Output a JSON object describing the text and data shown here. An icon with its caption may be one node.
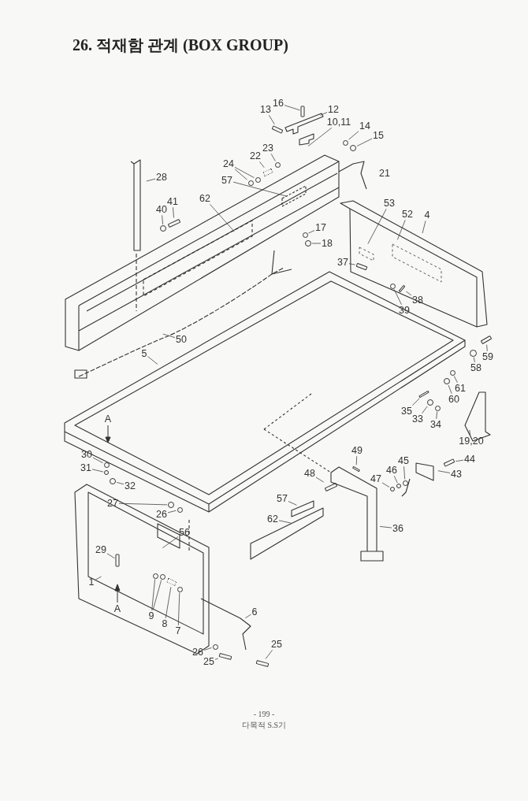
{
  "diagram": {
    "title": "26. 적재함 관계 (BOX GROUP)",
    "nodes": [
      {
        "text": [
          "16"
        ]
      },
      {
        "text": [
          "13"
        ]
      },
      {
        "text": [
          "12"
        ]
      },
      {
        "text": [
          "10,11"
        ]
      },
      {
        "text": [
          "14"
        ]
      },
      {
        "text": [
          "15"
        ]
      },
      {
        "text": [
          "23"
        ]
      },
      {
        "text": [
          "22"
        ]
      },
      {
        "text": [
          "24"
        ]
      },
      {
        "text": [
          "28"
        ]
      },
      {
        "text": [
          "57"
        ]
      },
      {
        "text": [
          "41"
        ]
      },
      {
        "text": [
          "62"
        ]
      },
      {
        "text": [
          "40"
        ]
      },
      {
        "text": [
          "53"
        ]
      },
      {
        "text": [
          "52"
        ]
      },
      {
        "text": [
          "4"
        ]
      },
      {
        "text": [
          "17"
        ]
      },
      {
        "text": [
          "18"
        ]
      },
      {
        "text": [
          "37"
        ]
      },
      {
        "text": [
          "38"
        ]
      },
      {
        "text": [
          "39"
        ]
      },
      {
        "text": [
          "50"
        ]
      },
      {
        "text": [
          "59"
        ]
      },
      {
        "text": [
          "5"
        ]
      },
      {
        "text": [
          "58"
        ]
      },
      {
        "text": [
          "61"
        ]
      },
      {
        "text": [
          "60"
        ]
      },
      {
        "text": [
          "35"
        ]
      },
      {
        "text": [
          "33"
        ]
      },
      {
        "text": [
          "34"
        ]
      },
      {
        "text": [
          "19,20"
        ]
      },
      {
        "text": [
          "49"
        ]
      },
      {
        "text": [
          "30"
        ]
      },
      {
        "text": [
          "44"
        ]
      },
      {
        "text": [
          "45"
        ]
      },
      {
        "text": [
          "31"
        ]
      },
      {
        "text": [
          "46"
        ]
      },
      {
        "text": [
          "43"
        ]
      },
      {
        "text": [
          "48"
        ]
      },
      {
        "text": [
          "47"
        ]
      },
      {
        "text": [
          "32"
        ]
      },
      {
        "text": [
          "57"
        ]
      },
      {
        "text": [
          "27"
        ]
      },
      {
        "text": [
          "26"
        ]
      },
      {
        "text": [
          "62"
        ]
      },
      {
        "text": [
          "36"
        ]
      },
      {
        "text": [
          "56"
        ]
      },
      {
        "text": [
          "29"
        ]
      },
      {
        "text": [
          "1"
        ]
      },
      {
        "text": [
          "6"
        ]
      },
      {
        "text": [
          "9"
        ]
      },
      {
        "text": [
          "8"
        ]
      },
      {
        "text": [
          "7"
        ]
      },
      {
        "text": [
          "25"
        ]
      },
      {
        "text": [
          "26"
        ]
      },
      {
        "text": [
          "25"
        ]
      },
      {
        "text": [],
        "shape": "bar"
      },
      {
        "text": [],
        "shape": "bar"
      },
      {
        "text": [],
        "shape": "circle"
      },
      {
        "text": [],
        "shape": "circle"
      },
      {
        "text": [],
        "shape": "circle"
      },
      {
        "text": [],
        "shape": "bar"
      },
      {
        "text": [],
        "shape": "circle"
      },
      {
        "text": [],
        "shape": "circle"
      },
      {
        "text": [],
        "shape": "bar"
      },
      {
        "text": [],
        "shape": "circle"
      },
      {
        "text": [],
        "shape": "circle"
      },
      {
        "text": [],
        "shape": "circle"
      },
      {
        "text": [],
        "shape": "bar"
      },
      {
        "text": [],
        "shape": "bar"
      },
      {
        "text": [],
        "shape": "circle"
      },
      {
        "text": [],
        "shape": "bar"
      },
      {
        "text": [],
        "shape": "circle"
      },
      {
        "text": [],
        "shape": "circle"
      },
      {
        "text": [],
        "shape": "circle"
      },
      {
        "text": [],
        "shape": "bar"
      },
      {
        "text": [],
        "shape": "circle"
      },
      {
        "text": [],
        "shape": "circle"
      },
      {
        "text": [],
        "shape": "bar"
      },
      {
        "text": [],
        "shape": "circle"
      },
      {
        "text": [],
        "shape": "bar"
      },
      {
        "text": [],
        "shape": "circle"
      },
      {
        "text": [],
        "shape": "circle"
      },
      {
        "text": [],
        "shape": "circle"
      },
      {
        "text": [],
        "shape": "bar"
      },
      {
        "text": [],
        "shape": "circle"
      },
      {
        "text": [],
        "shape": "circle"
      },
      {
        "text": [],
        "shape": "circle"
      },
      {
        "text": [],
        "shape": "circle"
      },
      {
        "text": [],
        "shape": "bar"
      },
      {
        "text": [],
        "shape": "circle"
      },
      {
        "text": [],
        "shape": "circle"
      },
      {
        "text": [],
        "shape": "bar"
      },
      {
        "text": [],
        "shape": "circle"
      },
      {
        "text": [],
        "shape": "bar"
      },
      {
        "text": [],
        "shape": "circle"
      },
      {
        "text": [],
        "shape": "bar"
      }
    ],
    "edges": [
      {
        "from": 0,
        "to": 57,
        "arrow": "none"
      },
      {
        "from": 1,
        "to": 58,
        "arrow": "none"
      },
      {
        "from": 2,
        "to": null,
        "arrow": "none"
      },
      {
        "from": 3,
        "to": null,
        "arrow": "none"
      },
      {
        "from": 4,
        "to": 59,
        "arrow": "none"
      },
      {
        "from": 5,
        "to": 60,
        "arrow": "none"
      },
      {
        "from": 6,
        "to": 61,
        "arrow": "none"
      },
      {
        "from": 7,
        "to": 62,
        "arrow": "none"
      },
      {
        "from": 8,
        "to": 63,
        "arrow": "none"
      },
      {
        "from": 8,
        "to": 64,
        "arrow": "none"
      },
      {
        "from": 9,
        "to": null,
        "arrow": "none"
      },
      {
        "from": 10,
        "to": null,
        "arrow": "none"
      },
      {
        "from": 11,
        "to": 65,
        "arrow": "none"
      },
      {
        "from": 12,
        "to": null,
        "arrow": "none"
      },
      {
        "from": 13,
        "to": 66,
        "arrow": "none"
      },
      {
        "from": 14,
        "to": null,
        "arrow": "none"
      },
      {
        "from": 15,
        "to": null,
        "arrow": "none"
      },
      {
        "from": 16,
        "to": null,
        "arrow": "none"
      },
      {
        "from": 17,
        "to": 67,
        "arrow": "none"
      },
      {
        "from": 18,
        "to": 68,
        "arrow": "none"
      },
      {
        "from": 19,
        "to": 69,
        "arrow": "none"
      },
      {
        "from": 20,
        "to": 70,
        "arrow": "none"
      },
      {
        "from": 21,
        "to": 71,
        "arrow": "none"
      },
      {
        "from": 22,
        "to": null,
        "arrow": "none"
      },
      {
        "from": 23,
        "to": 72,
        "arrow": "none"
      },
      {
        "from": 24,
        "to": null,
        "arrow": "none"
      },
      {
        "from": 25,
        "to": 73,
        "arrow": "none"
      },
      {
        "from": 26,
        "to": 74,
        "arrow": "none"
      },
      {
        "from": 27,
        "to": 75,
        "arrow": "none"
      },
      {
        "from": 28,
        "to": 76,
        "arrow": "none"
      },
      {
        "from": 29,
        "to": 77,
        "arrow": "none"
      },
      {
        "from": 30,
        "to": 78,
        "arrow": "none"
      },
      {
        "from": 31,
        "to": null,
        "arrow": "none"
      },
      {
        "from": 32,
        "to": 79,
        "arrow": "none"
      },
      {
        "from": 33,
        "to": 80,
        "arrow": "none"
      },
      {
        "from": 34,
        "to": 81,
        "arrow": "none"
      },
      {
        "from": 35,
        "to": 82,
        "arrow": "none"
      },
      {
        "from": 36,
        "to": 83,
        "arrow": "none"
      },
      {
        "from": 37,
        "to": 84,
        "arrow": "none"
      },
      {
        "from": 38,
        "to": null,
        "arrow": "none"
      },
      {
        "from": 39,
        "to": 85,
        "arrow": "none"
      },
      {
        "from": 40,
        "to": 86,
        "arrow": "none"
      },
      {
        "from": 41,
        "to": 87,
        "arrow": "none"
      },
      {
        "from": 42,
        "to": null,
        "arrow": "none"
      },
      {
        "from": 43,
        "to": 88,
        "arrow": "none"
      },
      {
        "from": 44,
        "to": 89,
        "arrow": "none"
      },
      {
        "from": 45,
        "to": null,
        "arrow": "none"
      },
      {
        "from": 46,
        "to": null,
        "arrow": "none"
      },
      {
        "from": 47,
        "to": null,
        "arrow": "none"
      },
      {
        "from": 48,
        "to": 90,
        "arrow": "none"
      },
      {
        "from": 49,
        "to": null,
        "arrow": "none"
      },
      {
        "from": 50,
        "to": null,
        "arrow": "none"
      },
      {
        "from": 51,
        "to": 91,
        "arrow": "none"
      },
      {
        "from": 51,
        "to": 92,
        "arrow": "none"
      },
      {
        "from": 52,
        "to": 93,
        "arrow": "none"
      },
      {
        "from": 53,
        "to": 94,
        "arrow": "none"
      },
      {
        "from": 54,
        "to": 95,
        "arrow": "none"
      },
      {
        "from": 55,
        "to": 96,
        "arrow": "none"
      },
      {
        "from": 56,
        "to": 97,
        "arrow": "none"
      }
    ],
    "labels": [
      "21",
      "A",
      "A",
      "- 199 -",
      "다목적 S.S기"
    ]
  }
}
